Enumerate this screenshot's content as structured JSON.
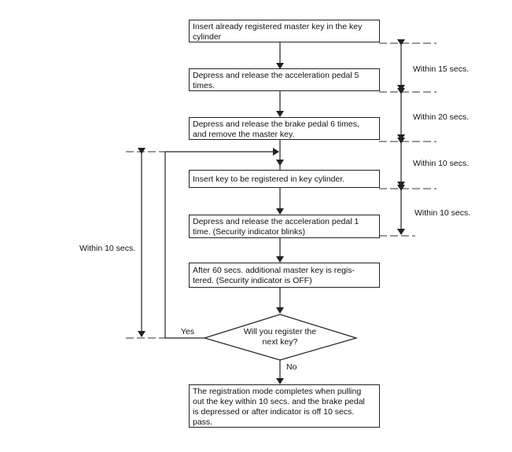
{
  "steps": [
    {
      "line1": "Insert already registered master key in the key",
      "line2": "cylinder"
    },
    {
      "line1": "Depress and release the acceleration pedal 5",
      "line2": "times."
    },
    {
      "line1": "Depress and release the brake pedal 6 times,",
      "line2": "and remove the master key."
    },
    {
      "line1": "Insert key to be registered in key cylinder."
    },
    {
      "line1": "Depress and release the acceleration pedal 1",
      "line2": "time. (Security indicator blinks)"
    },
    {
      "line1": "After 60 secs. additional master key is regis-",
      "line2": "tered. (Security indicator is OFF)"
    }
  ],
  "decision": {
    "line1": "Will you register the",
    "line2": "next key?",
    "yes": "Yes",
    "no": "No"
  },
  "final": {
    "lines": [
      "The registration mode completes when pulling",
      "out the key within 10 secs. and the brake pedal",
      "is depressed or after indicator is off 10 secs.",
      "pass."
    ]
  },
  "intervals": {
    "first": "Within 15 secs.",
    "second": "Within 20 secs.",
    "third": "Within 10 secs.",
    "fourth": "Within 10 secs.",
    "loop": "Within 10 secs."
  }
}
